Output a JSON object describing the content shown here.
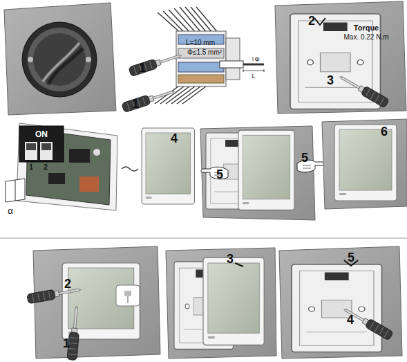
{
  "diagram": {
    "labels": [
      "1",
      "1",
      "L=10 mm",
      "Φ≤1.5 mm²",
      "Φ",
      "L",
      "2",
      "Torque",
      "Max. 0.22 N.m",
      "3",
      "ON",
      "1",
      "2",
      "α",
      "4",
      "5",
      "5",
      "6",
      "2",
      "1",
      "3",
      "5",
      "4"
    ]
  }
}
